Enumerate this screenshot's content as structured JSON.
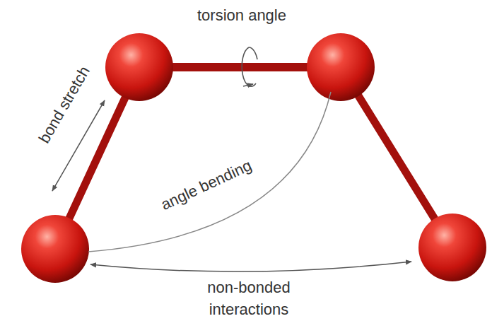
{
  "diagram": {
    "labels": [
      "torsion angle",
      "bond stretch",
      "angle bending",
      "non-bonded interactions"
    ]
  }
}
